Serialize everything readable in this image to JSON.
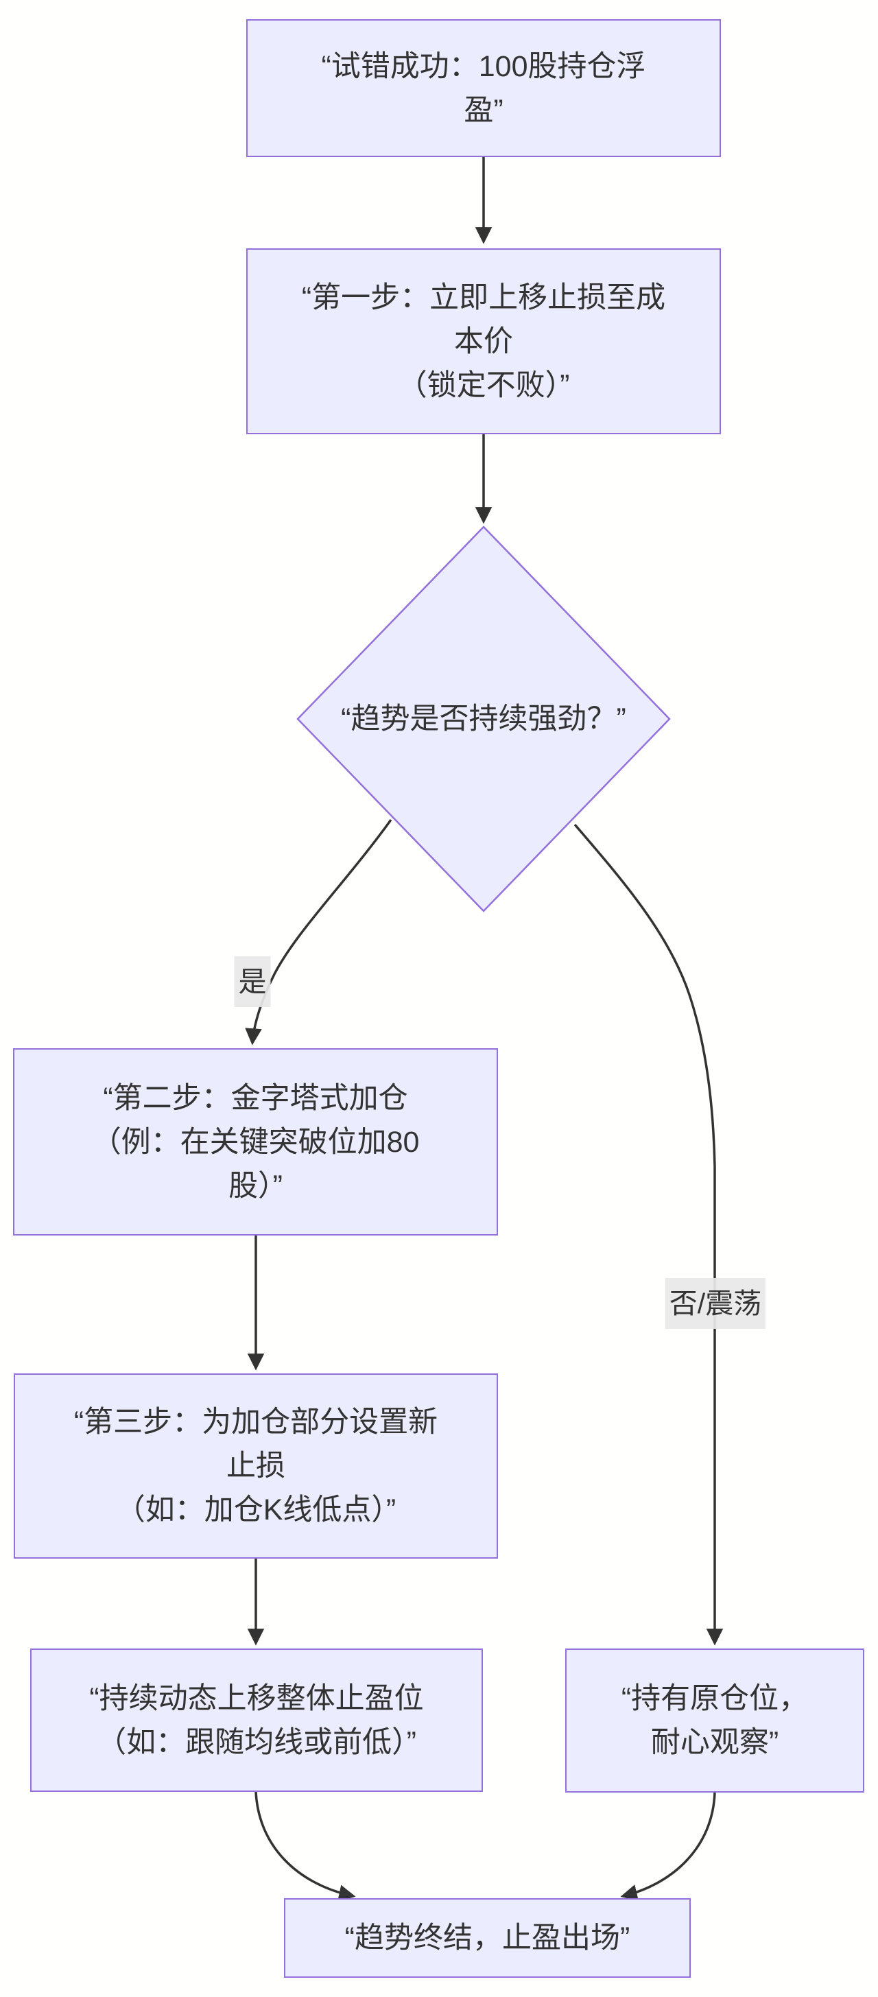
{
  "diagram": {
    "type": "flowchart",
    "direction": "top-down",
    "colors": {
      "background": "#fffffe",
      "node_fill": "#ECECFF",
      "node_border": "#9370DB",
      "edge": "#333333",
      "text": "#333333",
      "edge_label_bg": "#e8e8e8"
    },
    "nodes": {
      "trial": {
        "lines": [
          "“试错成功：100股持仓浮",
          "盈”"
        ]
      },
      "step1": {
        "lines": [
          "“第一步：立即上移止损至成",
          "本价",
          "（锁定不败）”"
        ]
      },
      "decision": {
        "lines": [
          "“趋势是否持续强劲？”"
        ]
      },
      "step2": {
        "lines": [
          "“第二步：金字塔式加仓",
          "（例：在关键突破位加80",
          "股）”"
        ]
      },
      "step3": {
        "lines": [
          "“第三步：为加仓部分设置新",
          "止损",
          "（如：加仓K线低点）”"
        ]
      },
      "trail": {
        "lines": [
          "“持续动态上移整体止盈位",
          "（如：跟随均线或前低）”"
        ]
      },
      "hold": {
        "lines": [
          "“持有原仓位，",
          "耐心观察”"
        ]
      },
      "exit": {
        "lines": [
          "“趋势终结，止盈出场”"
        ]
      }
    },
    "edge_labels": {
      "yes": "是",
      "no_range": "否/震荡"
    }
  }
}
